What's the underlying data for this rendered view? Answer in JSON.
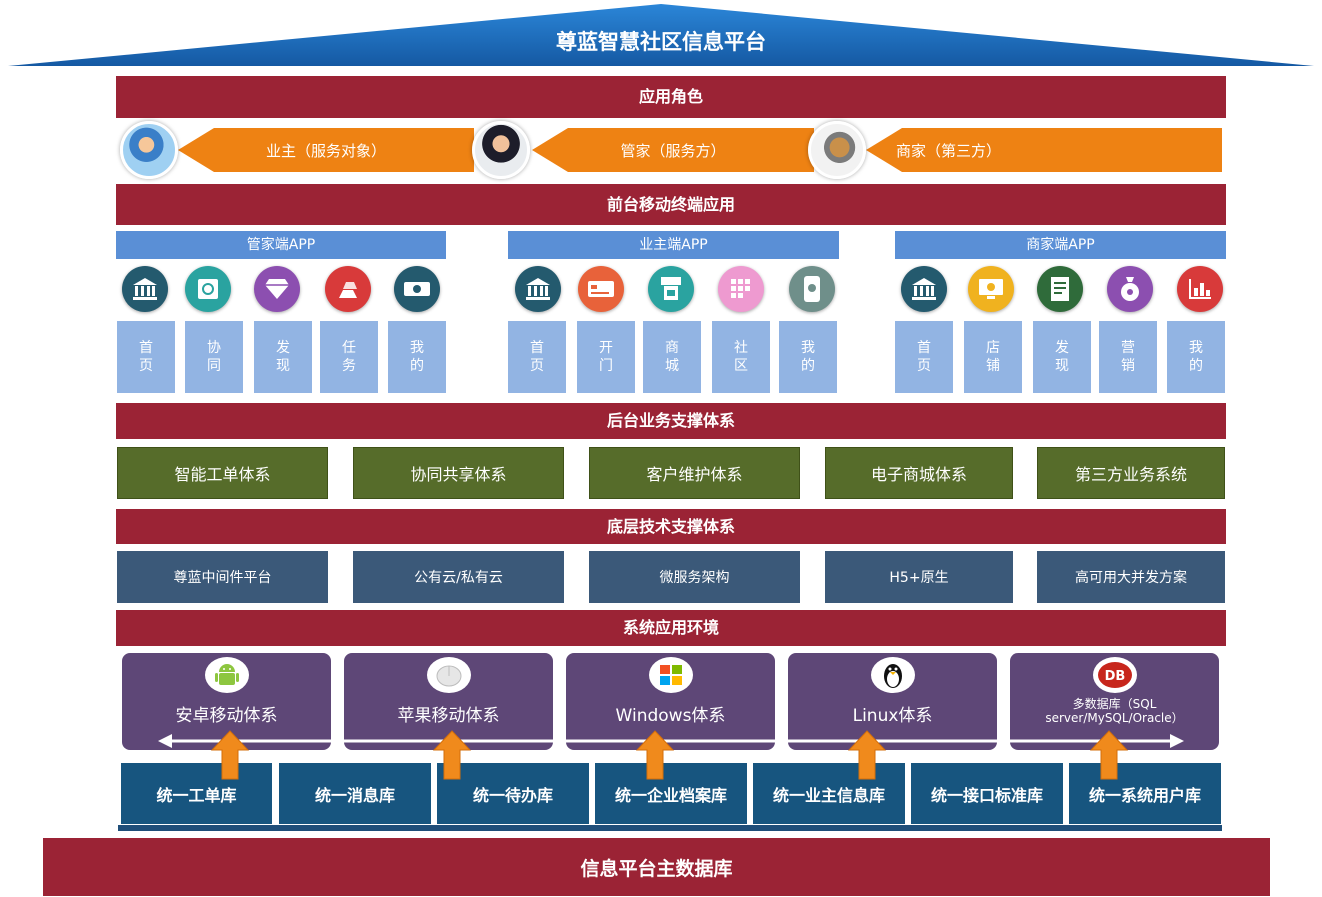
{
  "title": "尊蓝智慧社区信息平台",
  "colors": {
    "roof": "#1f6fbf",
    "section_bar": "#9b2335",
    "role_arrow": "#ee8213",
    "app_header": "#5a8fd6",
    "tab_box": "#92b4e3",
    "business_box": "#566c2a",
    "tech_box": "#3b5979",
    "env_box": "#5e4777",
    "db_box": "#17557f",
    "up_arrow": "#f08a1c"
  },
  "sections": {
    "roles": "应用角色",
    "frontend": "前台移动终端应用",
    "business": "后台业务支撑体系",
    "tech": "底层技术支撑体系",
    "env": "系统应用环境"
  },
  "roles": [
    {
      "label": "业主（服务对象）",
      "icon": "family-photo"
    },
    {
      "label": "管家（服务方）",
      "icon": "butler-photo"
    },
    {
      "label": "商家（第三方）",
      "icon": "merchant-cart-photo"
    }
  ],
  "apps": [
    {
      "title": "管家端APP",
      "tabs": [
        {
          "label": "首页",
          "icon": "bank-icon",
          "color": "#245a6e"
        },
        {
          "label": "协同",
          "icon": "safe-icon",
          "color": "#2aa3a0"
        },
        {
          "label": "发现",
          "icon": "diamond-icon",
          "color": "#8c4fb0"
        },
        {
          "label": "任务",
          "icon": "gold-bars-icon",
          "color": "#d83a3a"
        },
        {
          "label": "我的",
          "icon": "money-icon",
          "color": "#245a6e"
        }
      ]
    },
    {
      "title": "业主端APP",
      "tabs": [
        {
          "label": "首页",
          "icon": "bank-icon",
          "color": "#245a6e"
        },
        {
          "label": "开门",
          "icon": "bank-card-icon",
          "color": "#e8623a"
        },
        {
          "label": "商城",
          "icon": "atm-icon",
          "color": "#2aa3a0"
        },
        {
          "label": "社区",
          "icon": "keypad-icon",
          "color": "#ee9ad0"
        },
        {
          "label": "我的",
          "icon": "mobile-pay-icon",
          "color": "#6f8f8a"
        }
      ]
    },
    {
      "title": "商家端APP",
      "tabs": [
        {
          "label": "首页",
          "icon": "bank-icon",
          "color": "#245a6e"
        },
        {
          "label": "店铺",
          "icon": "monitor-coin-icon",
          "color": "#f0b21f"
        },
        {
          "label": "发现",
          "icon": "document-icon",
          "color": "#2f6b3a"
        },
        {
          "label": "营销",
          "icon": "money-bag-icon",
          "color": "#8c4fb0"
        },
        {
          "label": "我的",
          "icon": "bar-chart-icon",
          "color": "#d83a3a"
        }
      ]
    }
  ],
  "business": [
    "智能工单体系",
    "协同共享体系",
    "客户维护体系",
    "电子商城体系",
    "第三方业务系统"
  ],
  "tech": [
    "尊蓝中间件平台",
    "公有云/私有云",
    "微服务架构",
    "H5+原生",
    "高可用大并发方案"
  ],
  "env": [
    {
      "label": "安卓移动体系",
      "icon": "android-icon"
    },
    {
      "label": "苹果移动体系",
      "icon": "apple-mouse-icon"
    },
    {
      "label": "Windows体系",
      "icon": "windows-icon"
    },
    {
      "label": "Linux体系",
      "icon": "linux-penguin-icon"
    },
    {
      "label": "多数据库（SQL server/MySQL/Oracle）",
      "icon": "database-icon"
    }
  ],
  "databases": [
    "统一工单库",
    "统一消息库",
    "统一待办库",
    "统一企业档案库",
    "统一业主信息库",
    "统一接口标准库",
    "统一系统用户库"
  ],
  "main_db": "信息平台主数据库"
}
